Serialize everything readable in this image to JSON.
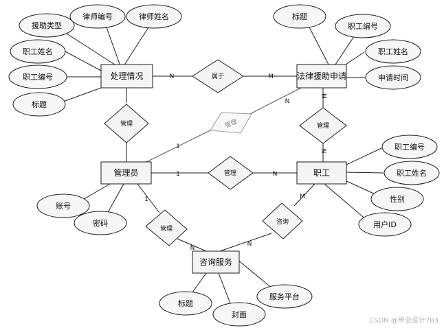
{
  "entities": {
    "handling": "处理情况",
    "legal_aid_application": "法律援助申请",
    "admin": "管理员",
    "employee": "职工",
    "consulting_service": "咨询服务"
  },
  "attributes": {
    "handling": [
      "援助类型",
      "律师编号",
      "律师姓名",
      "职工姓名",
      "职工编号",
      "标题"
    ],
    "legal_aid_application": [
      "标题",
      "职工编号",
      "职工姓名",
      "申请时间"
    ],
    "employee": [
      "职工编号",
      "职工姓名",
      "性别",
      "用户ID"
    ],
    "admin": [
      "账号",
      "密码"
    ],
    "consulting_service": [
      "标题",
      "封面",
      "服务平台"
    ]
  },
  "relationships": {
    "belongs_to": "属于",
    "manage_handling": "管理",
    "manage_application": "管理",
    "manage_employee": "管理",
    "manage_consulting": "管理",
    "consult": "咨询",
    "manage_faded": "管理"
  },
  "cardinality": {
    "handling_belongs": "N",
    "application_belongs": "M",
    "application_manage": "M",
    "employee_manage": "N",
    "admin_employee_rel": "1",
    "employee_admin_rel": "N",
    "admin_faded": "1",
    "application_faded": "N",
    "admin_consult_manage": "1",
    "consult_manage_service": "N",
    "consult_service": "N",
    "employee_consult": "M"
  },
  "watermark": "CSDN @毕业设计703"
}
